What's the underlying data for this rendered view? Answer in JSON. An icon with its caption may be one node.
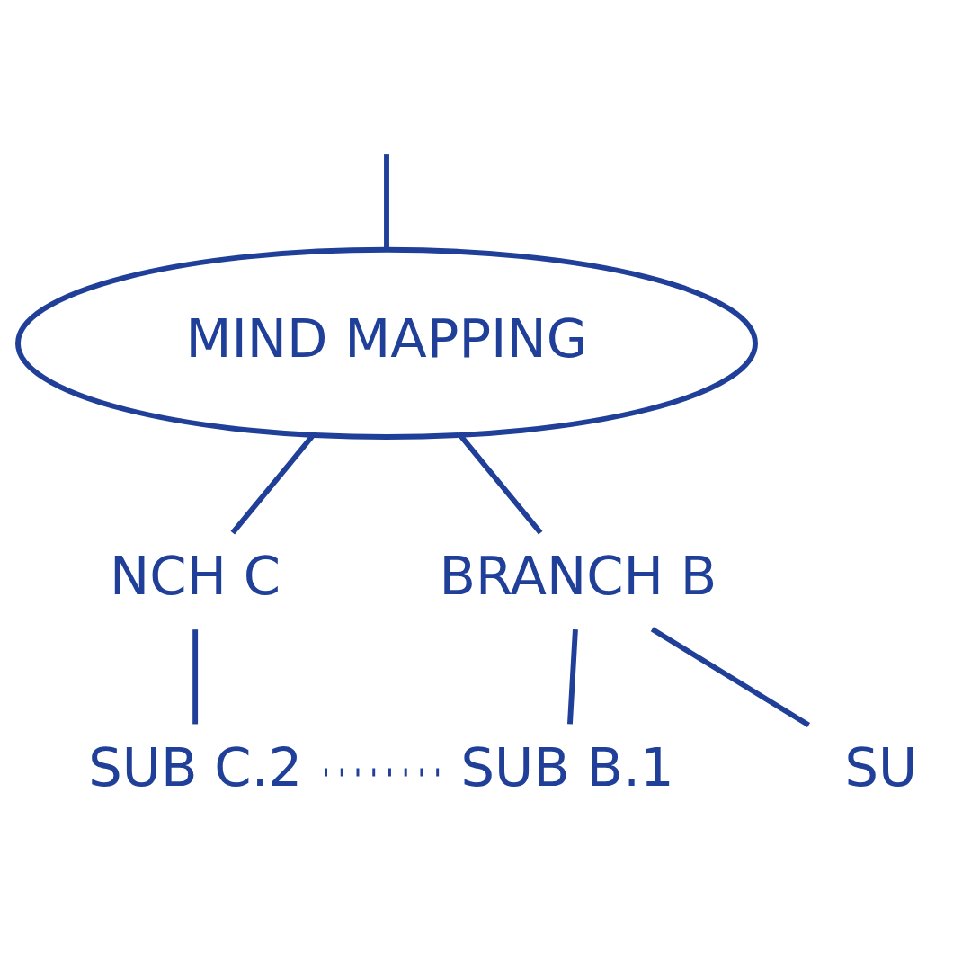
{
  "diagram": {
    "nodes": [
      {
        "text": [
          "MIND MAPPING"
        ]
      },
      {
        "text": [
          "SU"
        ]
      },
      {
        "text": [
          "NCH C"
        ]
      },
      {
        "text": [
          "BRANCH B"
        ]
      },
      {
        "text": [
          "SUB C.2"
        ]
      },
      {
        "text": [
          "SUB B.1"
        ]
      }
    ],
    "edges": [
      {
        "from": null,
        "to": 0,
        "arrow": "none"
      },
      {
        "from": 0,
        "to": 2,
        "arrow": "none"
      },
      {
        "from": 0,
        "to": 3,
        "arrow": "none"
      },
      {
        "from": 3,
        "to": 1,
        "arrow": "none"
      },
      {
        "from": 2,
        "to": 4,
        "arrow": "none"
      },
      {
        "from": 3,
        "to": 5,
        "arrow": "none"
      },
      {
        "from": 4,
        "to": 5,
        "arrow": "none",
        "style": "dashed"
      }
    ]
  }
}
